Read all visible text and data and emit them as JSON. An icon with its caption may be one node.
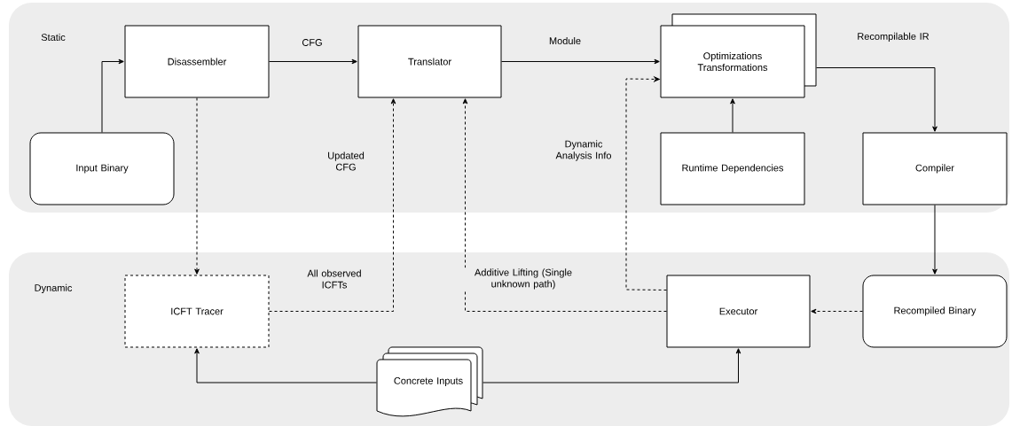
{
  "diagram": {
    "nodes": [
      {
        "text": [
          "Static"
        ]
      },
      {
        "text": [
          "Dynamic"
        ]
      },
      {
        "text": [
          "Disassembler"
        ],
        "in": 0
      },
      {
        "text": [
          "Translator"
        ],
        "in": 0
      },
      {
        "text": [
          "Optimizations Transformations"
        ],
        "in": 0
      },
      {
        "text": [
          "Input Binary"
        ],
        "in": 0
      },
      {
        "text": [
          "Runtime Dependencies"
        ],
        "in": 0
      },
      {
        "text": [
          "Compiler"
        ],
        "in": 0
      },
      {
        "text": [
          "ICFT Tracer"
        ],
        "in": 1
      },
      {
        "text": [
          "Executor"
        ],
        "in": 1
      },
      {
        "text": [
          "Recompiled Binary"
        ],
        "in": 1
      },
      {
        "text": [
          "Concrete Inputs"
        ],
        "in": 1
      }
    ],
    "edges": [
      {
        "from": 5,
        "to": 2,
        "arrow": "to"
      },
      {
        "from": 2,
        "to": 3,
        "arrow": "to",
        "label": "CFG"
      },
      {
        "from": 3,
        "to": 4,
        "arrow": "to",
        "label": "Module"
      },
      {
        "from": 4,
        "to": 7,
        "arrow": "to",
        "label": "Recompilable IR"
      },
      {
        "from": 6,
        "to": 4,
        "arrow": "to"
      },
      {
        "from": 7,
        "to": 10,
        "arrow": "to"
      },
      {
        "from": 2,
        "to": 8,
        "arrow": "to",
        "style": "dashed"
      },
      {
        "from": 8,
        "to": 3,
        "arrow": "to",
        "style": "dashed",
        "label": "All observed ICFTs"
      },
      {
        "from": 9,
        "to": 3,
        "arrow": "to",
        "style": "dashed",
        "label": "Additive Lifting (Single unknown path)"
      },
      {
        "from": 9,
        "to": 4,
        "arrow": "to",
        "style": "dashed",
        "label": "Dynamic Analysis Info"
      },
      {
        "from": 10,
        "to": 9,
        "arrow": "to",
        "style": "dashed"
      },
      {
        "from": 11,
        "to": 8,
        "arrow": "to"
      },
      {
        "from": 11,
        "to": 9,
        "arrow": "to"
      }
    ],
    "labels": [
      "Updated CFG"
    ]
  }
}
